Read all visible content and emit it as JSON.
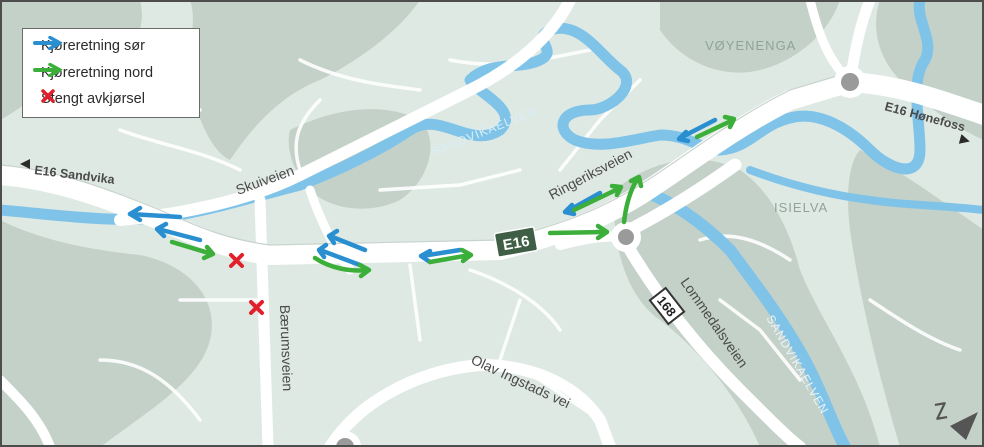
{
  "legend": {
    "items": [
      {
        "label": "Kjøreretning sør",
        "color": "#2a8fd1"
      },
      {
        "label": "Kjøreretning nord",
        "color": "#3cae3a"
      },
      {
        "label": "Stengt avkjørsel",
        "color": "#e2202b"
      }
    ]
  },
  "roads": {
    "e16_sandvika": "E16 Sandvika",
    "e16_honefoss": "E16 Hønefoss",
    "e16_shield": "E16",
    "rv168_shield": "168",
    "skuiveien": "Skuiveien",
    "ringeriksveien": "Ringeriksveien",
    "baerumsveien": "Bærumsveien",
    "lommedalsveien": "Lommedalsveien",
    "olav_ingstads_vei": "Olav Ingstads vei"
  },
  "places": {
    "voyenenga": "VØYENENGA",
    "isielva": "ISIELVA"
  },
  "rivers": {
    "sandvikaelven_1": "SANDVIKAELVEN",
    "sandvikaelven_2": "SANDVIKAELVEN"
  },
  "colors": {
    "land": "#dfe9e3",
    "forest": "#c3d1c9",
    "road": "#ffffff",
    "highway": "#ffffff",
    "water": "#7fc3e8",
    "frame": "#4d4d4d",
    "shield": "#3e5f45"
  },
  "compass": {
    "icon": "north-arrow-icon",
    "letter": "N"
  }
}
